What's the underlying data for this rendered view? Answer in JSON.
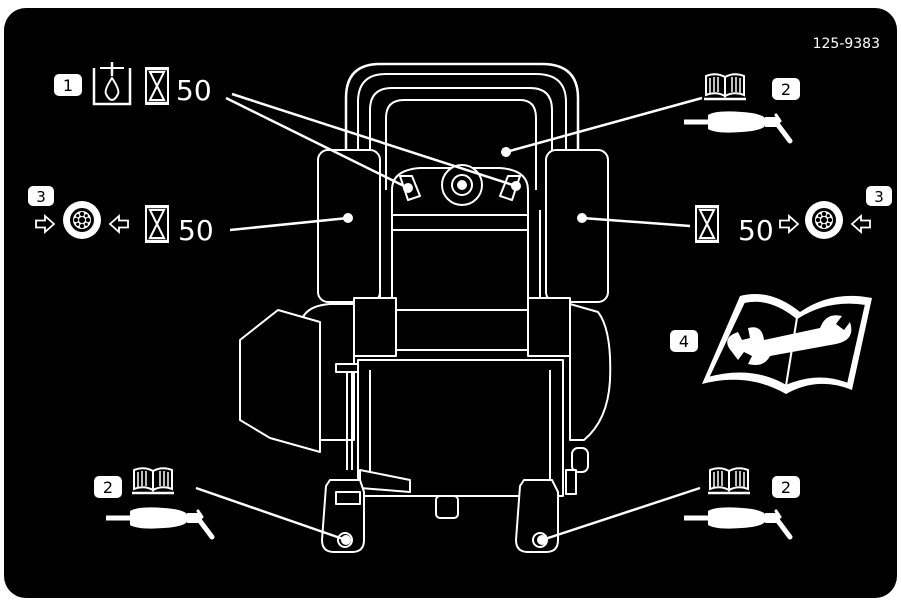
{
  "decal": {
    "part_number": "125-9383",
    "background_color": "#000000",
    "line_color": "#ffffff"
  },
  "callouts": {
    "c1": {
      "number": "1",
      "hours": "50",
      "icons": [
        "oil-container-icon",
        "hourglass-icon"
      ]
    },
    "c2_top": {
      "number": "2",
      "icons": [
        "manual-book-icon",
        "grease-gun-icon"
      ]
    },
    "c3_left": {
      "number": "3",
      "hours": "50",
      "icons": [
        "arrow-right-icon",
        "air-filter-icon",
        "arrow-left-icon",
        "hourglass-icon"
      ]
    },
    "c3_right": {
      "number": "3",
      "hours": "50",
      "icons": [
        "hourglass-icon",
        "arrow-right-icon",
        "air-filter-icon",
        "arrow-left-icon"
      ]
    },
    "c4": {
      "number": "4",
      "icons": [
        "service-manual-wrench-icon"
      ]
    },
    "c2_bottom_left": {
      "number": "2",
      "icons": [
        "manual-book-icon",
        "grease-gun-icon"
      ]
    },
    "c2_bottom_right": {
      "number": "2",
      "icons": [
        "manual-book-icon",
        "grease-gun-icon"
      ]
    }
  }
}
